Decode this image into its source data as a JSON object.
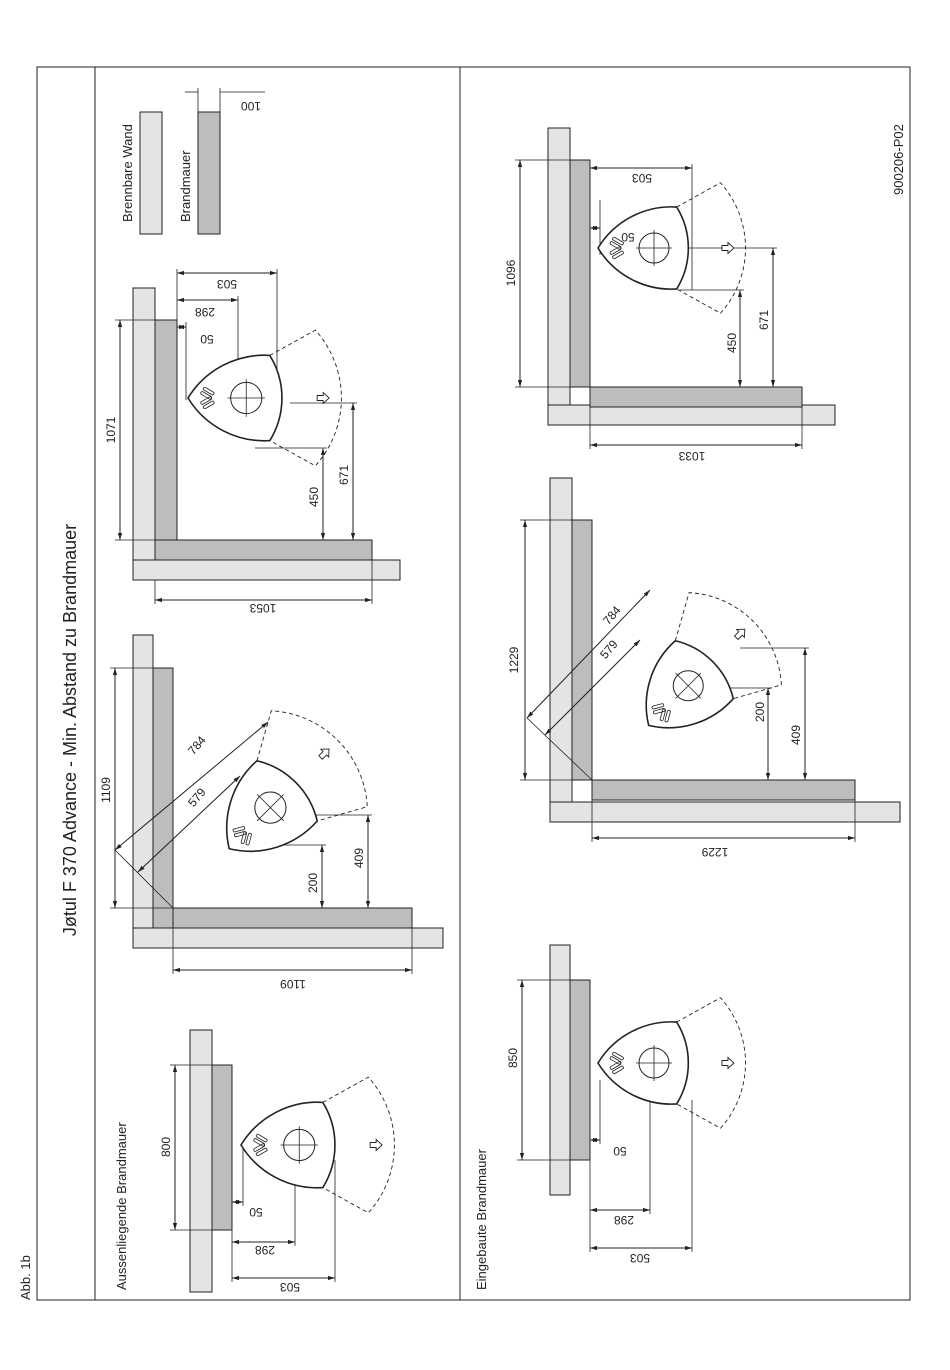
{
  "figure_label": "Abb. 1b",
  "title": "Jøtul F 370 Advance - Min. Abstand zu  Brandmauer",
  "code": "900206-P02",
  "legend": {
    "combustible": "Brennbare Wand",
    "firewall": "Brandmauer",
    "thickness": "100"
  },
  "sections": {
    "external": "Aussenliegende Brandmauer",
    "built_in": "Eingebaute Brandmauer"
  },
  "dims": {
    "a": {
      "side": "1071",
      "bottom": "1053",
      "d450": "450",
      "d671": "671",
      "d50": "50",
      "d298": "298",
      "d503": "503"
    },
    "b": {
      "side": "1109",
      "bottom": "1109",
      "d784": "784",
      "d579": "579",
      "d200": "200",
      "d409": "409"
    },
    "c": {
      "d800": "800",
      "d50": "50",
      "d298": "298",
      "d503": "503"
    },
    "d": {
      "side": "1096",
      "bottom": "1033",
      "d50": "50",
      "d503": "503",
      "d450": "450",
      "d671": "671"
    },
    "e": {
      "side": "1229",
      "bottom": "1229",
      "d784": "784",
      "d579": "579",
      "d200": "200",
      "d409": "409"
    },
    "f": {
      "d850": "850",
      "d50": "50",
      "d298": "298",
      "d503": "503"
    }
  },
  "colors": {
    "combustible_wall": "#e4e4e4",
    "firewall": "#bdbdbd",
    "line": "#222222"
  }
}
